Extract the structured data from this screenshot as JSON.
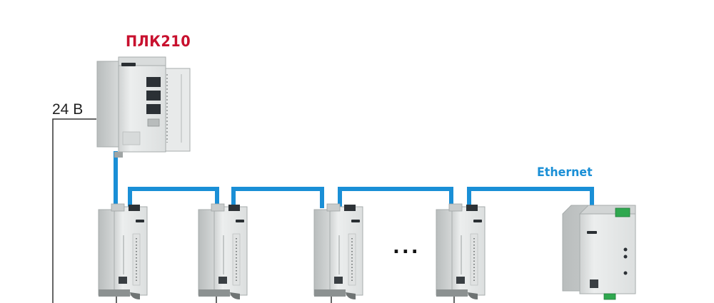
{
  "labels": {
    "plc": "ПЛК210",
    "voltage": "24 В",
    "network": "Ethernet",
    "ellipsis": "..."
  },
  "colors": {
    "ethernet_line": "#1a8fd6",
    "plc_label": "#c8102e",
    "network_label": "#1a8fd6",
    "power_line": "#333333",
    "device_body": "#e4e6e6"
  },
  "devices": {
    "io_module_count": 4,
    "power_supply_count": 1,
    "controller": "ПЛК210"
  }
}
